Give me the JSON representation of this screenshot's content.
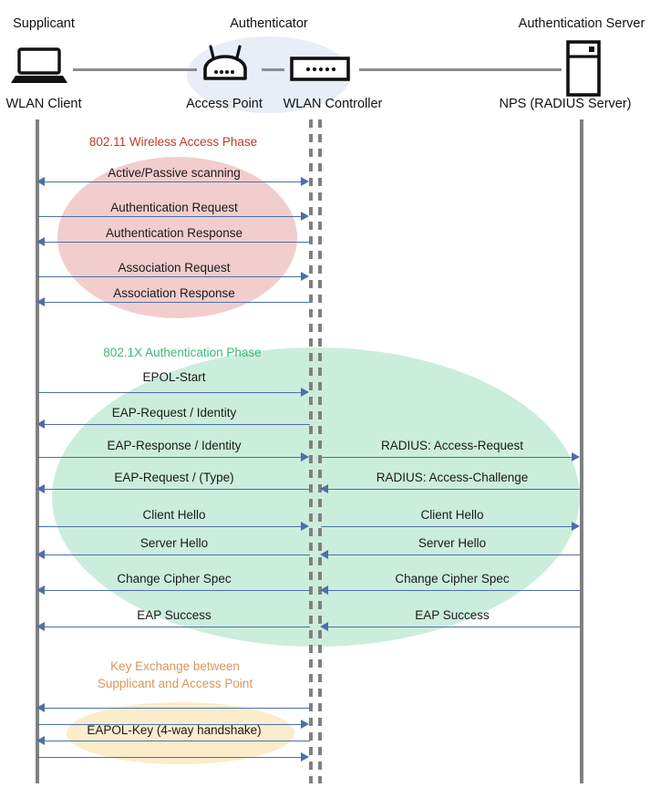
{
  "diagram": {
    "title": "802.1X / WPA2-Enterprise WLAN authentication sequence",
    "colors": {
      "lifeline": "#808080",
      "arrow": "#4f6fa5",
      "phase1_label": "#c0392b",
      "phase2_label": "#3cb878",
      "phase3_label": "#d9955e",
      "phase1_blob": "#f2cdcd",
      "phase2_blob": "#cbeddc",
      "phase3_blob": "#fbeccc",
      "authenticator_blob": "#e8edf7",
      "wire": "#8d8d8d"
    }
  },
  "header": {
    "roles": [
      {
        "name": "supplicant",
        "label": "Supplicant"
      },
      {
        "name": "authenticator",
        "label": "Authenticator"
      },
      {
        "name": "authentication-server",
        "label": "Authentication Server"
      }
    ],
    "nodes": [
      {
        "name": "wlan-client",
        "label": "WLAN Client",
        "icon": "laptop-icon"
      },
      {
        "name": "access-point",
        "label": "Access Point",
        "icon": "wireless-router-icon"
      },
      {
        "name": "wlan-controller",
        "label": "WLAN Controller",
        "icon": "network-switch-icon"
      },
      {
        "name": "nps-radius-server",
        "label": "NPS (RADIUS Server)",
        "icon": "server-tower-icon"
      }
    ]
  },
  "phases": [
    {
      "id": "phase-802-11",
      "label": "802.11 Wireless Access Phase",
      "color": "#c0392b",
      "messages": [
        {
          "label": "Active/Passive scanning",
          "direction": "both",
          "span": "left"
        },
        {
          "label": "Authentication Request",
          "direction": "right",
          "span": "left"
        },
        {
          "label": "Authentication Response",
          "direction": "left",
          "span": "left"
        },
        {
          "label": "Association Request",
          "direction": "right",
          "span": "left"
        },
        {
          "label": "Association Response",
          "direction": "left",
          "span": "left"
        }
      ]
    },
    {
      "id": "phase-802-1x",
      "label": "802.1X Authentication Phase",
      "color": "#3cb878",
      "messages": [
        {
          "label": "EPOL-Start",
          "direction": "right",
          "span": "left"
        },
        {
          "label": "EAP-Request / Identity",
          "direction": "left",
          "span": "left"
        },
        {
          "label": "EAP-Response / Identity",
          "direction": "right",
          "span": "left"
        },
        {
          "label": "EAP-Request / (Type)",
          "direction": "left",
          "span": "left"
        },
        {
          "label": "Client Hello",
          "direction": "right",
          "span": "left"
        },
        {
          "label": "Server Hello",
          "direction": "left",
          "span": "left"
        },
        {
          "label": "Change Cipher Spec",
          "direction": "left",
          "span": "left"
        },
        {
          "label": "EAP Success",
          "direction": "left",
          "span": "left"
        },
        {
          "label": "RADIUS: Access-Request",
          "direction": "right",
          "span": "right"
        },
        {
          "label": "RADIUS: Access-Challenge",
          "direction": "left",
          "span": "right"
        },
        {
          "label": "Client Hello",
          "direction": "right",
          "span": "right"
        },
        {
          "label": "Server Hello",
          "direction": "left",
          "span": "right"
        },
        {
          "label": "Change Cipher Spec",
          "direction": "left",
          "span": "right"
        },
        {
          "label": "EAP Success",
          "direction": "left",
          "span": "right"
        }
      ]
    },
    {
      "id": "phase-key-exchange",
      "label_line1": "Key Exchange between",
      "label_line2": "Supplicant and Access Point",
      "color": "#d9955e",
      "messages": [
        {
          "label": "",
          "direction": "left",
          "span": "left"
        },
        {
          "label": "",
          "direction": "right",
          "span": "left"
        },
        {
          "label": "EAPOL-Key (4-way handshake)",
          "direction": "left",
          "span": "left"
        },
        {
          "label": "",
          "direction": "right",
          "span": "left"
        }
      ]
    }
  ]
}
